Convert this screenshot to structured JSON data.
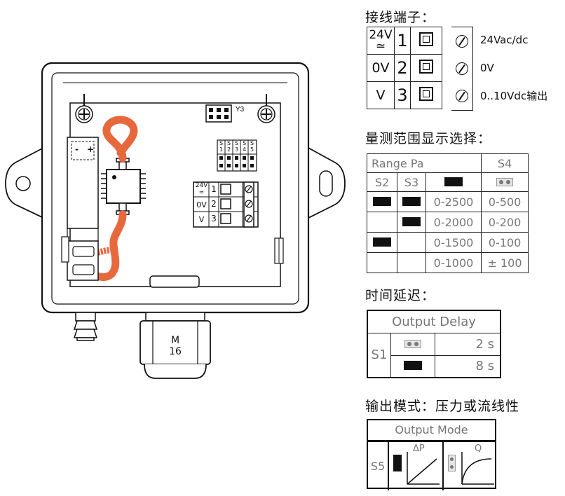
{
  "device": {
    "jumper_label": "Y3",
    "dip_labels": [
      "S\n1",
      "S\n2",
      "S\n3",
      "S\n4",
      "S\n5"
    ],
    "mini_terminals": [
      {
        "label": "24V\n≃",
        "num": "1"
      },
      {
        "label": "0V",
        "num": "2"
      },
      {
        "label": "V",
        "num": "3"
      }
    ],
    "battery_minus": "-",
    "battery_plus": "+",
    "gland_label_1": "M",
    "gland_label_2": "16"
  },
  "terminals": {
    "heading": "接线端子：",
    "rows": [
      {
        "label": "24V",
        "sublabel": "≃",
        "num": "1",
        "desc": "24Vac/dc"
      },
      {
        "label": "0V",
        "sublabel": "",
        "num": "2",
        "desc": "0V"
      },
      {
        "label": "V",
        "sublabel": "",
        "num": "3",
        "desc": "0..10Vdc输出"
      }
    ]
  },
  "range": {
    "heading": "量测范围显示选择：",
    "header_range": "Range Pa",
    "header_s4": "S4",
    "col_s2": "S2",
    "col_s3": "S3",
    "rows": [
      {
        "s2": true,
        "s3": true,
        "a": "0-2500",
        "b": "0-500"
      },
      {
        "s2": false,
        "s3": true,
        "a": "0-2000",
        "b": "0-200"
      },
      {
        "s2": true,
        "s3": false,
        "a": "0-1500",
        "b": "0-100"
      },
      {
        "s2": false,
        "s3": false,
        "a": "0-1000",
        "b": "± 100"
      }
    ]
  },
  "delay": {
    "heading": "时间延迟：",
    "title": "Output Delay",
    "switch": "S1",
    "rows": [
      {
        "jumper": "off",
        "value": "2 s"
      },
      {
        "jumper": "on",
        "value": "8 s"
      }
    ]
  },
  "mode": {
    "heading": "输出模式：压力或流线性",
    "title": "Output Mode",
    "switch": "S5",
    "label_dp": "ΔP",
    "label_q": "Q"
  }
}
